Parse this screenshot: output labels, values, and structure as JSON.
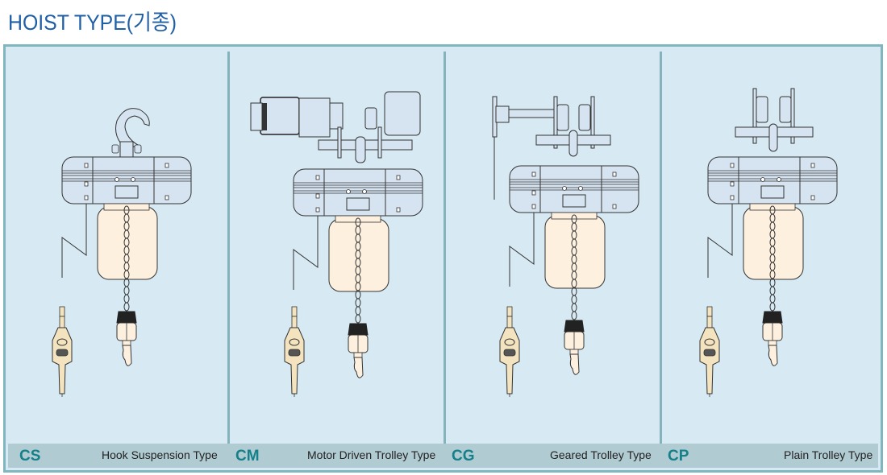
{
  "page": {
    "title": "HOIST TYPE(기종)"
  },
  "colors": {
    "title": "#1f5fa6",
    "frame_border": "#80b6c0",
    "panel_bg": "#d7e9f3",
    "label_strip": "#b1cbd2",
    "code_text": "#14808a",
    "hoist_body": "#d6e4f2",
    "chain_bag": "#fdf0df",
    "pendant": "#f3e3bf"
  },
  "types": [
    {
      "code": "CS",
      "name": "Hook Suspension Type",
      "mount_icon": "hook-icon"
    },
    {
      "code": "CM",
      "name": "Motor Driven Trolley Type",
      "mount_icon": "motor-trolley-icon"
    },
    {
      "code": "CG",
      "name": "Geared Trolley Type",
      "mount_icon": "geared-trolley-icon"
    },
    {
      "code": "CP",
      "name": "Plain Trolley Type",
      "mount_icon": "plain-trolley-icon"
    }
  ]
}
